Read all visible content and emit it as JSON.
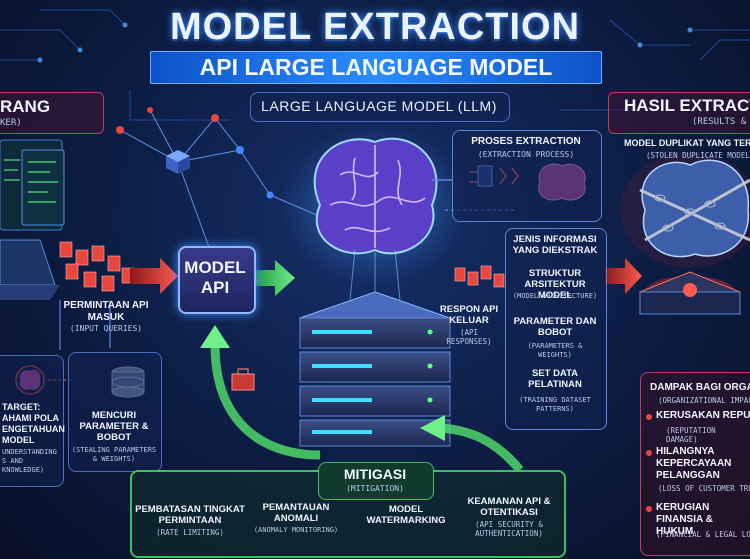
{
  "header": {
    "title": "MODEL EXTRACTION",
    "subtitle": "API LARGE LANGUAGE MODEL"
  },
  "attacker": {
    "heading": "RANG",
    "subheading": "KER)",
    "queries_label": "PERMINTAAN API MASUK",
    "queries_sub": "(INPUT QUERIES)",
    "target_label": "TARGET: AHAMI POLA ENGETAHUAN MODEL",
    "target_sub": "UNDERSTANDING S AND KNOWLEDGE)",
    "steal_label": "MENCURI PARAMETER & BOBOT",
    "steal_sub": "(STEALING PARAMETERS & WEIGHTS)"
  },
  "model_api": {
    "label_line1": "MODEL",
    "label_line2": "API"
  },
  "llm": {
    "heading": "LARGE LANGUAGE MODEL (LLM)",
    "process_label": "PROSES EXTRACTION",
    "process_sub": "(EXTRACTION PROCESS)",
    "response_label": "RESPON API KELUAR",
    "response_sub": "(API RESPONSES)"
  },
  "info_types": {
    "heading": "JENIS INFORMASI YANG DIEKSTRAK",
    "items": [
      {
        "label": "STRUKTUR ARSITEKTUR MODEL",
        "sub": "(MODEL ARCHITECTURE)"
      },
      {
        "label": "PARAMETER DAN BOBOT",
        "sub": "(PARAMETERS & WEIGHTS)"
      },
      {
        "label": "SET DATA PELATINAN",
        "sub": "(TRAINING DATASET PATTERNS)"
      }
    ]
  },
  "results": {
    "heading": "HASIL EXTRACTIO",
    "subheading": "(RESULTS &",
    "duplicate_label": "MODEL DUPLIKAT YANG TERC",
    "duplicate_sub": "(STOLEN DUPLICATE MODEL)"
  },
  "impact": {
    "heading": "DAMPAK BAGI ORGANIS",
    "subheading": "(ORGANIZATIONAL IMPACT",
    "items": [
      {
        "label": "KERUSAKAN REPUT",
        "sub": "(REPUTATION DAMAGE)"
      },
      {
        "label": "HILANGNYA KEPERCAYAAN PELANGGAN",
        "sub": "(LOSS OF CUSTOMER TRUS"
      },
      {
        "label": "KERUGIAN FINANSIA & HUKUM",
        "sub": "(FINANCIAL & LEGAL LOSS"
      }
    ]
  },
  "mitigation": {
    "heading": "MITIGASI",
    "subheading": "(MITIGATION)",
    "items": [
      {
        "label": "PEMBATASAN TINGKAT PERMINTAAN",
        "sub": "(RATE LIMITING)"
      },
      {
        "label": "PEMANTAUAN ANOMALI",
        "sub": "(ANOMALY MONITORING)"
      },
      {
        "label": "MODEL WATERMARKING",
        "sub": ""
      },
      {
        "label": "KEAMANAN API & OTENTIKASI",
        "sub": "(API SECURITY & AUTHENTICATION)"
      }
    ]
  },
  "colors": {
    "attack_red": "#e8473f",
    "flow_green": "#4fd66b",
    "accent_blue": "#2a8cff",
    "brain_purple": "#b06cff",
    "panel_border": "#5a7fd8"
  }
}
